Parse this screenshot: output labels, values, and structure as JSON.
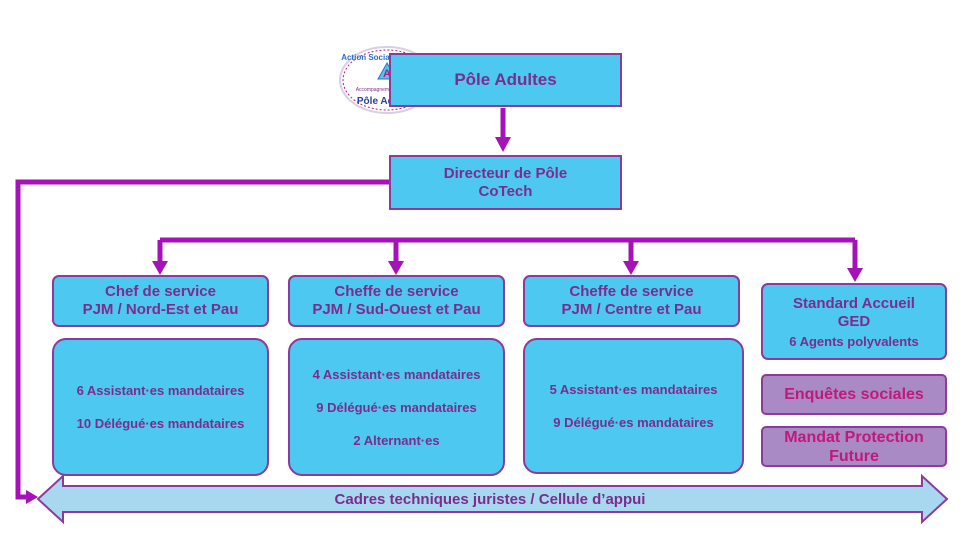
{
  "logo": {
    "arc_text": "Action Sociale Familiale",
    "subtitle_text": "Accompagnement & gestion",
    "brand": "Pôle Adultes",
    "mark": "A",
    "ring_color": "#c2187b"
  },
  "top": {
    "title": "Pôle Adultes"
  },
  "director": {
    "line1": "Directeur de Pôle",
    "line2": "CoTech"
  },
  "services": [
    {
      "title": "Chef de service",
      "subtitle": "PJM  /  Nord-Est et Pau",
      "items": [
        "6 Assistant·es mandataires",
        "10 Délégué·es mandataires"
      ]
    },
    {
      "title": "Cheffe de service",
      "subtitle": "PJM  /  Sud-Ouest et Pau",
      "items": [
        "4 Assistant·es mandataires",
        "9 Délégué·es mandataires",
        "2 Alternant·es"
      ]
    },
    {
      "title": "Cheffe de service",
      "subtitle": "PJM  /  Centre et Pau",
      "items": [
        "5 Assistant·es mandataires",
        "9 Délégué·es mandataires"
      ]
    }
  ],
  "standard": {
    "line1": "Standard Accueil",
    "line2": "GED",
    "detail": "6 Agents polyvalents"
  },
  "enquetes": {
    "label": "Enquêtes sociales"
  },
  "mandat": {
    "line1": "Mandat Protection",
    "line2": "Future"
  },
  "bottom_arrow": {
    "label": "Cadres techniques juristes / Cellule d’appui"
  },
  "colors": {
    "box_fill": "#4dc8f0",
    "border": "#8e3a9a",
    "text": "#7b2d8e",
    "connector": "#a512b8",
    "purple_box_fill": "#a98ac4",
    "purple_box_text": "#c2187b",
    "arrow_fill": "#a8d8f0"
  }
}
